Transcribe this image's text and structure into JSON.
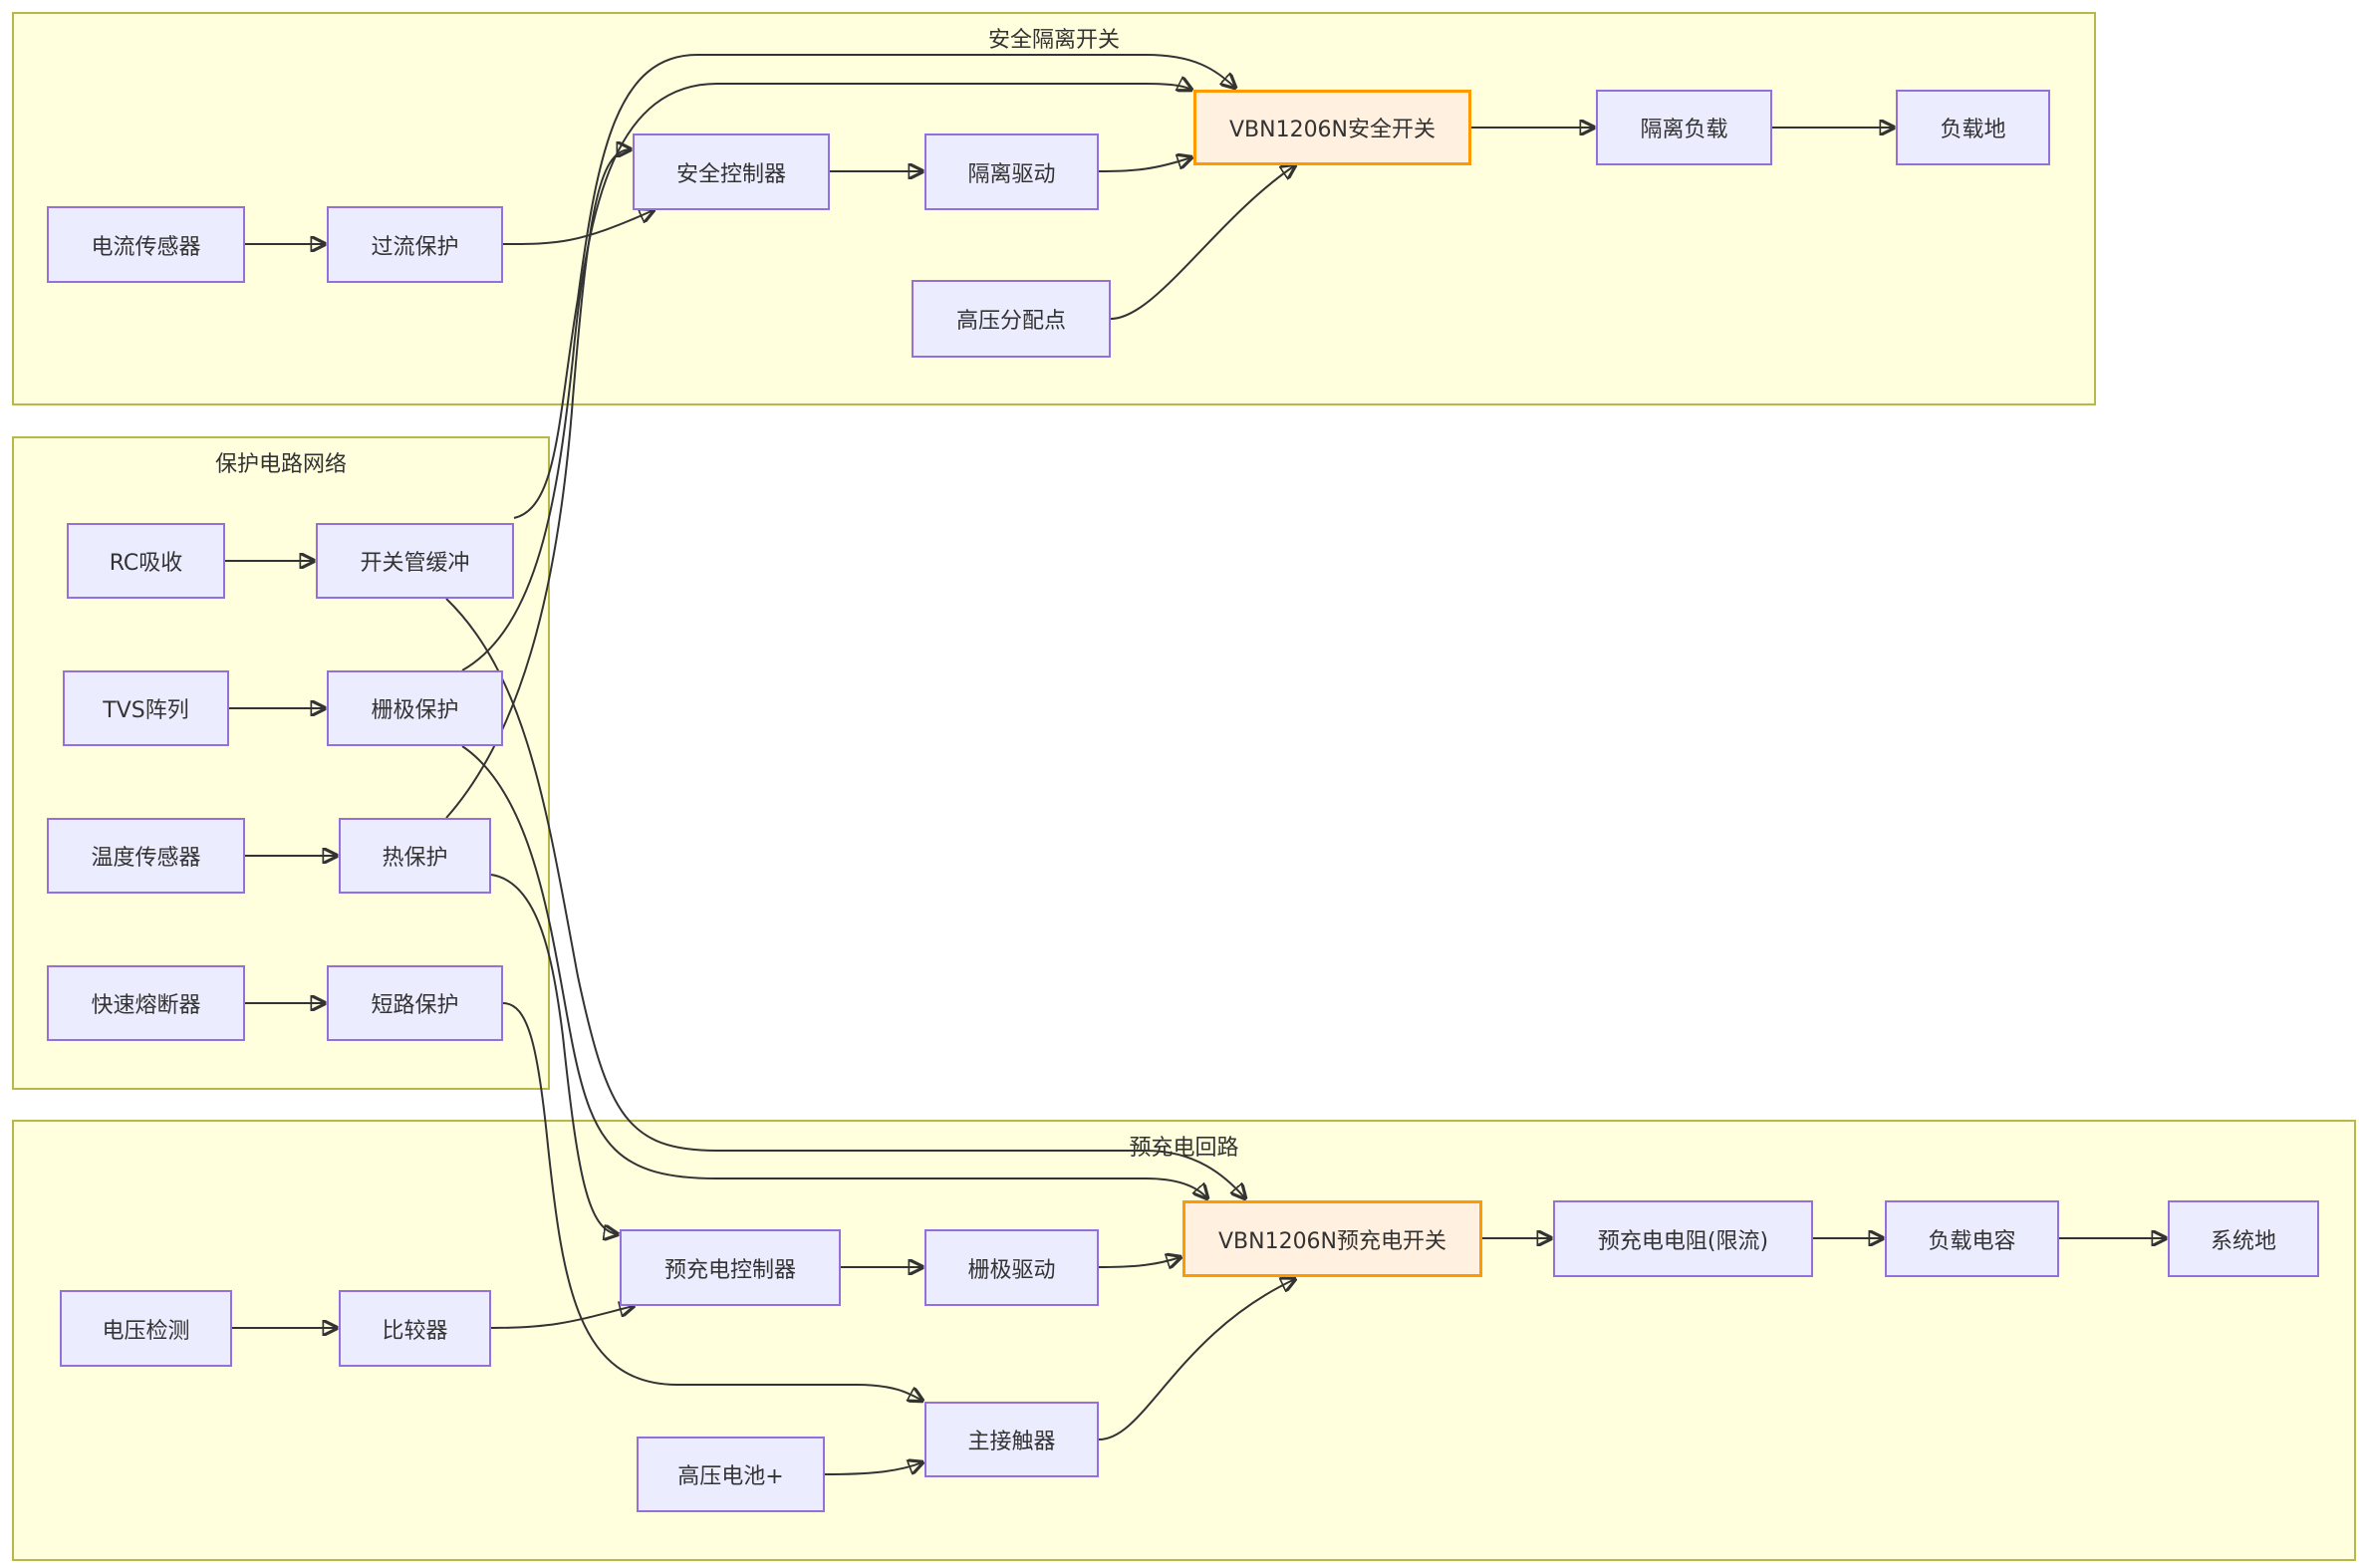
{
  "clusters": {
    "isolation": {
      "title": "安全隔离开关"
    },
    "protection": {
      "title": "保护电路网络"
    },
    "precharge": {
      "title": "预充电回路"
    }
  },
  "nodes": {
    "current_sensor": "电流传感器",
    "overcurrent_protection": "过流保护",
    "safety_controller": "安全控制器",
    "isolation_driver": "隔离驱动",
    "hv_distribution": "高压分配点",
    "safety_switch": "VBN1206N安全开关",
    "isolated_load": "隔离负载",
    "load_ground": "负载地",
    "rc_snubber": "RC吸收",
    "switch_buffer": "开关管缓冲",
    "tvs_array": "TVS阵列",
    "gate_protection": "栅极保护",
    "temp_sensor": "温度传感器",
    "thermal_protection": "热保护",
    "fast_fuse": "快速熔断器",
    "short_protection": "短路保护",
    "voltage_detect": "电压检测",
    "comparator": "比较器",
    "precharge_controller": "预充电控制器",
    "gate_driver": "栅极驱动",
    "hv_battery": "高压电池+",
    "main_contactor": "主接触器",
    "precharge_switch": "VBN1206N预充电开关",
    "precharge_resistor": "预充电电阻(限流)",
    "load_capacitor": "负载电容",
    "system_ground": "系统地"
  },
  "edges": [
    [
      "current_sensor",
      "overcurrent_protection"
    ],
    [
      "overcurrent_protection",
      "safety_controller"
    ],
    [
      "safety_controller",
      "isolation_driver"
    ],
    [
      "isolation_driver",
      "safety_switch"
    ],
    [
      "hv_distribution",
      "safety_switch"
    ],
    [
      "safety_switch",
      "isolated_load"
    ],
    [
      "isolated_load",
      "load_ground"
    ],
    [
      "rc_snubber",
      "switch_buffer"
    ],
    [
      "tvs_array",
      "gate_protection"
    ],
    [
      "temp_sensor",
      "thermal_protection"
    ],
    [
      "fast_fuse",
      "short_protection"
    ],
    [
      "switch_buffer",
      "safety_switch"
    ],
    [
      "gate_protection",
      "safety_switch"
    ],
    [
      "thermal_protection",
      "safety_controller"
    ],
    [
      "switch_buffer",
      "precharge_switch"
    ],
    [
      "gate_protection",
      "precharge_switch"
    ],
    [
      "thermal_protection",
      "precharge_controller"
    ],
    [
      "short_protection",
      "main_contactor"
    ],
    [
      "voltage_detect",
      "comparator"
    ],
    [
      "comparator",
      "precharge_controller"
    ],
    [
      "precharge_controller",
      "gate_driver"
    ],
    [
      "gate_driver",
      "precharge_switch"
    ],
    [
      "hv_battery",
      "main_contactor"
    ],
    [
      "main_contactor",
      "precharge_switch"
    ],
    [
      "precharge_switch",
      "precharge_resistor"
    ],
    [
      "precharge_resistor",
      "load_capacitor"
    ],
    [
      "load_capacitor",
      "system_ground"
    ]
  ],
  "colors": {
    "cluster_fill": "#ffffde",
    "cluster_border": "#b8b84a",
    "node_fill": "#ececff",
    "node_border": "#9370db",
    "highlight_fill": "#fff0e0",
    "highlight_border": "#ff9900",
    "edge": "#333333"
  }
}
